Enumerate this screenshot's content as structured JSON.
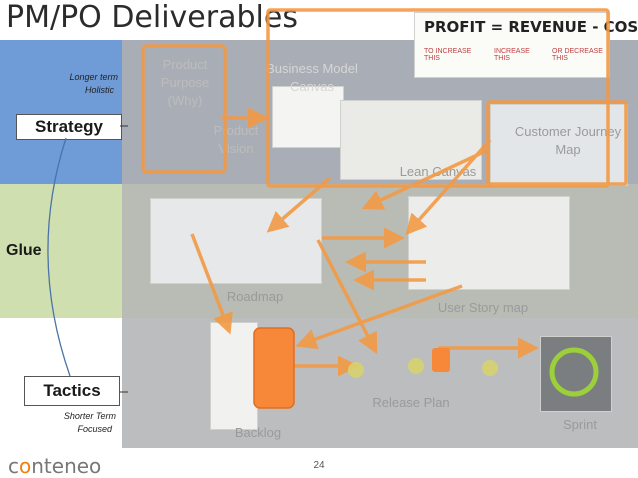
{
  "title": "PM/PO Deliverables",
  "levels": {
    "strategy": {
      "label": "Strategy",
      "note_line1": "Longer term",
      "note_line2": "Holistic"
    },
    "glue": {
      "label": "Glue"
    },
    "tactics": {
      "label": "Tactics",
      "note_line1": "Shorter Term",
      "note_line2": "Focused"
    }
  },
  "deliverables": {
    "product_purpose": [
      "Product",
      "Purpose",
      "(Why)"
    ],
    "business_model_canvas": [
      "Business Model",
      "Canvas"
    ],
    "product_vision": [
      "Product",
      "Vision"
    ],
    "lean_canvas": "Lean Canvas",
    "customer_journey_map": [
      "Customer Journey",
      "Map"
    ],
    "roadmap": "Roadmap",
    "user_story_map": "User Story map",
    "release_plan": "Release Plan",
    "backlog": "Backlog",
    "sprint": "Sprint"
  },
  "whiteboard": {
    "equation": "PROFIT = REVENUE - COST",
    "note1": "TO INCREASE THIS",
    "note2": "INCREASE THIS",
    "note3": "OR DECREASE THIS"
  },
  "footer": {
    "page_number": "24",
    "logo_prefix": "c",
    "logo_mark": "o",
    "logo_suffix": "nteneo"
  },
  "colors": {
    "strategy_band": "#6f9bd6",
    "glue_band": "#cfdfb0",
    "tactics_band": "#ffffff",
    "arrow": "#f39a45",
    "backlog_block": "#f7883a"
  }
}
